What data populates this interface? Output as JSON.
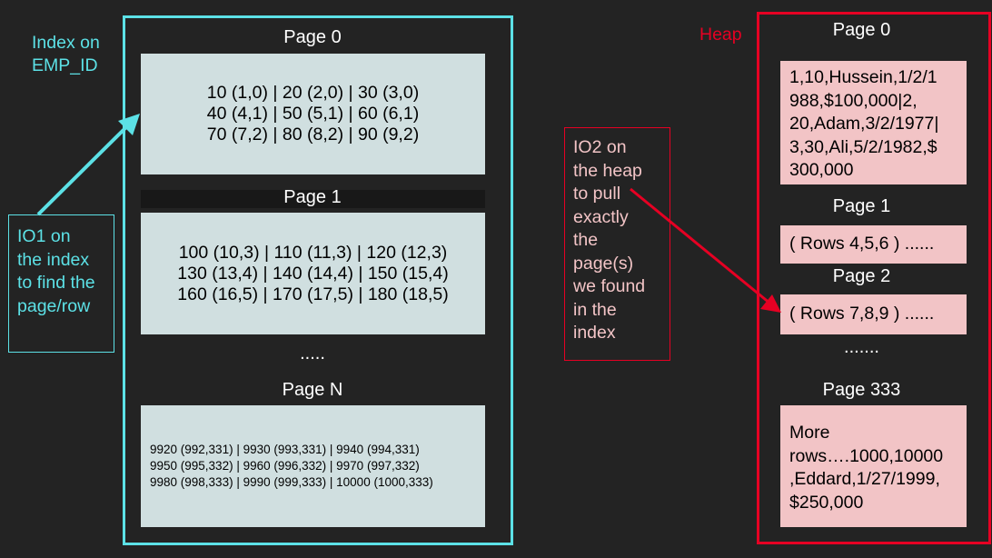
{
  "index_label": [
    "Index on",
    "EMP_ID"
  ],
  "heap_label": "Heap",
  "index_pages": [
    {
      "title": "Page 0",
      "rows": [
        "10 (1,0) | 20 (2,0) | 30 (3,0)",
        "40 (4,1) | 50 (5,1) | 60 (6,1)",
        "70 (7,2) | 80 (8,2) | 90 (9,2)"
      ]
    },
    {
      "title": "Page 1",
      "rows": [
        "100 (10,3) | 110 (11,3) | 120 (12,3)",
        "130 (13,4) | 140 (14,4) | 150 (15,4)",
        "160 (16,5) | 170 (17,5) | 180 (18,5)"
      ]
    },
    {
      "title": "Page N",
      "rows": [
        "9920 (992,331) | 9930 (993,331) | 9940 (994,331)",
        "9950 (995,332) | 9960 (996,332) | 9970 (997,332)",
        "9980 (998,333) | 9990 (999,333) | 10000 (1000,333)"
      ]
    }
  ],
  "index_ellipsis": ".....",
  "heap_pages": [
    {
      "title": "Page 0",
      "rows": [
        "1,10,Hussein,1/2/1",
        "988,$100,000|2,",
        "20,Adam,3/2/1977|",
        "3,30,Ali,5/2/1982,$",
        "300,000"
      ]
    },
    {
      "title": "Page 1",
      "rows": [
        "( Rows 4,5,6 ) ......"
      ]
    },
    {
      "title": "Page 2",
      "rows": [
        "( Rows 7,8,9 ) ......"
      ]
    },
    {
      "title": "Page 333",
      "rows": [
        "More",
        "rows….1000,10000",
        ",Eddard,1/27/1999,",
        "$250,000"
      ]
    }
  ],
  "heap_ellipsis": ".......",
  "io1_note": [
    "IO1 on",
    "the index",
    "to find the",
    "page/row"
  ],
  "io2_note": [
    "IO2 on",
    "the heap",
    "to pull",
    "exactly",
    "the",
    "page(s)",
    "we found",
    "in the",
    "index"
  ],
  "colors": {
    "background": "#232323",
    "index_accent": "#5ce1e6",
    "heap_accent": "#e60023",
    "index_page_fill": "#d0dfe0",
    "heap_page_fill": "#f2c4c6"
  }
}
